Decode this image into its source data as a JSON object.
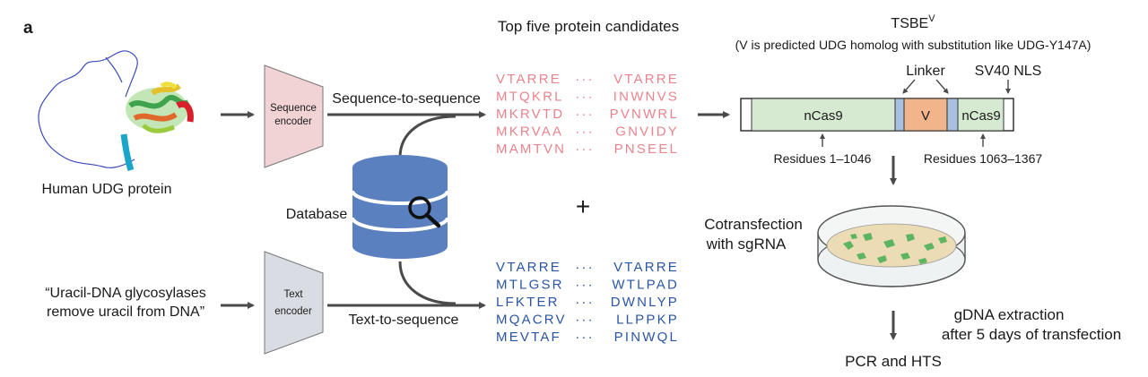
{
  "panel_label": "a",
  "left": {
    "protein_label": "Human UDG protein",
    "text_prompt_line1": "“Uracil-DNA glycosylases",
    "text_prompt_line2": "remove uracil from DNA”"
  },
  "encoders": {
    "sequence_line1": "Sequence",
    "sequence_line2": "encoder",
    "text_line1": "Text",
    "text_line2": "encoder"
  },
  "flows": {
    "seq_to_seq": "Sequence-to-sequence",
    "text_to_seq": "Text-to-sequence",
    "database": "Database",
    "plus": "+"
  },
  "candidates": {
    "title": "Top five protein candidates",
    "ellipsis": "···",
    "seq_to_seq": [
      {
        "start": "VTARRE",
        "end": "VTARRE"
      },
      {
        "start": "MTQKRL",
        "end": "INWNVS"
      },
      {
        "start": "MKRVTD",
        "end": "PVNWRL"
      },
      {
        "start": "MKRVAA",
        "end": "GNVIDY"
      },
      {
        "start": "MAMTVN",
        "end": "PNSEEL"
      }
    ],
    "text_to_seq": [
      {
        "start": "VTARRE",
        "end": "VTARRE"
      },
      {
        "start": "MTLGSR",
        "end": "WTLPAD"
      },
      {
        "start": "LFKTER",
        "end": "DWNLYP"
      },
      {
        "start": "MQACRV",
        "end": "LLPPKP"
      },
      {
        "start": "MEVTAF",
        "end": "PINWQL"
      }
    ]
  },
  "construct": {
    "title_main": "TSBE",
    "title_sup": "V",
    "subtitle": "(V is predicted UDG homolog with substitution like UDG-Y147A)",
    "linker_label": "Linker",
    "nls_label": "SV40 NLS",
    "ncas9_left": "nCas9",
    "v_label": "V",
    "ncas9_right": "nCas9",
    "residues_left": "Residues 1–1046",
    "residues_right": "Residues 1063–1367"
  },
  "workflow": {
    "cotransfection_line1": "Cotransfection",
    "cotransfection_line2": "with sgRNA",
    "extraction_line1": "gDNA extraction",
    "extraction_line2": "after 5 days of transfection",
    "final": "PCR and HTS"
  },
  "colors": {
    "pink_sequence": "#e9848e",
    "blue_sequence": "#2b55a3",
    "database": "#5b80c0",
    "ncas9": "#d6ead1",
    "v_domain": "#f2b48a",
    "linker": "#a8bfe0",
    "sequence_encoder": "#f1d3d6",
    "text_encoder": "#d9dde3"
  }
}
